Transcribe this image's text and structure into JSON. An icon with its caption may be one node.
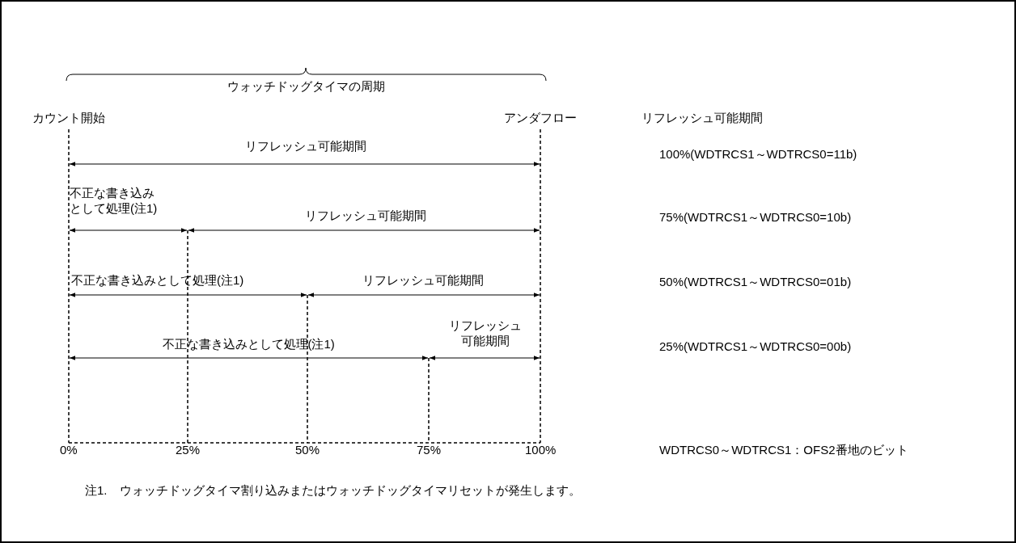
{
  "diagram": {
    "labels": [
      "ウォッチドッグタイマの周期",
      "カウント開始",
      "アンダフロー",
      "リフレッシュ可能期間",
      "リフレッシュ可能期間",
      "100%(WDTRCS1～WDTRCS0=11b)",
      "不正な書き込みとして処理(注1)",
      "リフレッシュ可能期間",
      "75%(WDTRCS1～WDTRCS0=10b)",
      "不正な書き込みとして処理(注1)",
      "リフレッシュ可能期間",
      "50%(WDTRCS1～WDTRCS0=01b)",
      "リフレッシュ可能期間",
      "不正な書き込みとして処理(注1)",
      "25%(WDTRCS1～WDTRCS0=00b)",
      "0%",
      "25%",
      "50%",
      "75%",
      "100%",
      "WDTRCS0～WDTRCS1：OFS2番地のビット",
      "注1.　ウォッチドッグタイマ割り込みまたはウォッチドッグタイマリセットが発生します。"
    ]
  }
}
